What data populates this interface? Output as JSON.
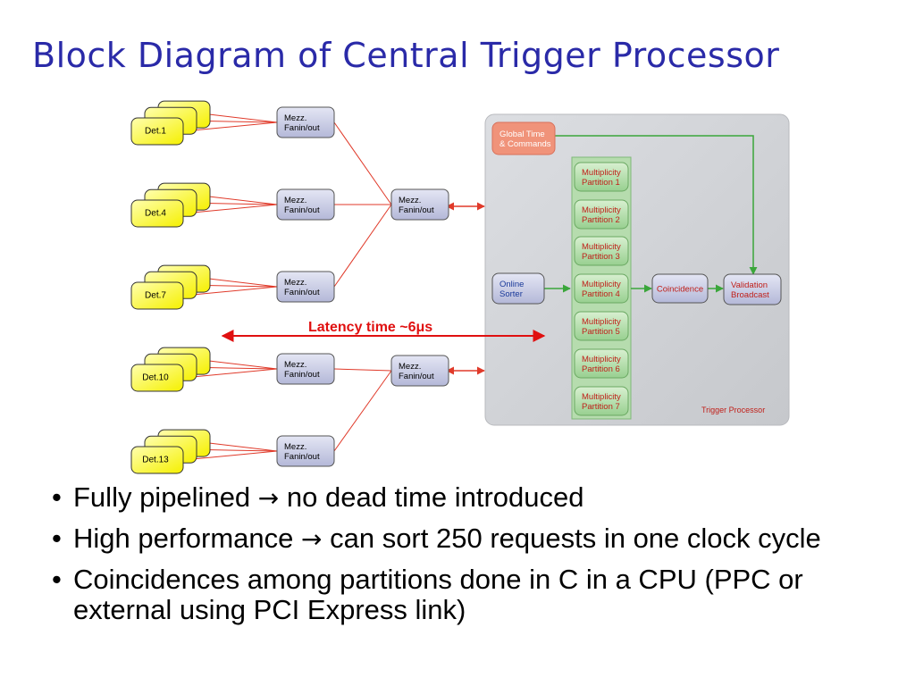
{
  "slide": {
    "title": "Block Diagram of Central Trigger Processor"
  },
  "diagram": {
    "detectors": [
      "Det.1",
      "Det.4",
      "Det.7",
      "Det.10",
      "Det.13"
    ],
    "mezz_label_line1": "Mezz.",
    "mezz_label_line2": "Fanin/out",
    "latency_label": "Latency time ~6μs",
    "global_time": [
      "Global Time",
      "& Commands"
    ],
    "online_sorter": [
      "Online",
      "Sorter"
    ],
    "partitions": [
      [
        "Multiplicity",
        "Partition 1"
      ],
      [
        "Multiplicity",
        "Partition 2"
      ],
      [
        "Multiplicity",
        "Partition 3"
      ],
      [
        "Multiplicity",
        "Partition 4"
      ],
      [
        "Multiplicity",
        "Partition 5"
      ],
      [
        "Multiplicity",
        "Partition 6"
      ],
      [
        "Multiplicity",
        "Partition 7"
      ]
    ],
    "coincidence": "Coincidence",
    "validation": [
      "Validation",
      "Broadcast"
    ],
    "panel_label": "Trigger Processor",
    "colors": {
      "red_line": "#e03a2a",
      "green_line": "#3aa63a",
      "detector_fill": "#ffff33",
      "mezz_fill": "#c8cbe6",
      "panel_fill": "#d4d6da",
      "global_fill": "#f0937a",
      "partition_fill": "#9fd49a",
      "partition_text": "#c0201a",
      "title": "#2a2aa8"
    }
  },
  "bullets": [
    {
      "pre": "Fully pipelined   ",
      "arrow": "→",
      "post": " no dead time introduced"
    },
    {
      "pre": "High performance ",
      "arrow": "→",
      "post": " can sort 250 requests in one clock cycle"
    },
    {
      "pre": "Coincidences among partitions done in C in a CPU (PPC or external using PCI Express link)",
      "arrow": "",
      "post": ""
    }
  ]
}
